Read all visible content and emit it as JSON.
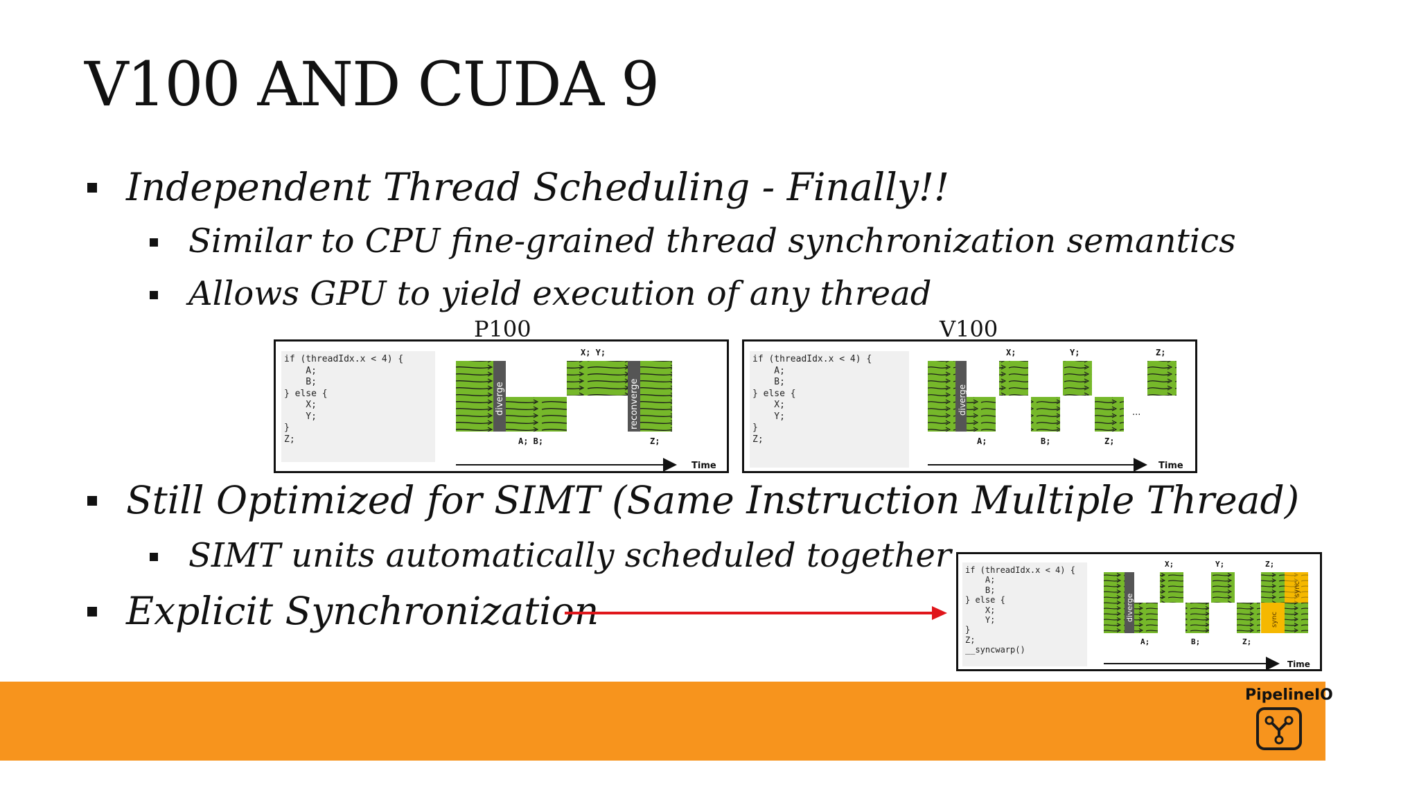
{
  "slide": {
    "title": "V100 AND CUDA 9",
    "bullets": [
      {
        "text": "Independent Thread Scheduling - Finally!!",
        "level": 1
      },
      {
        "text": "Similar to CPU fine-grained thread synchronization semantics",
        "level": 2
      },
      {
        "text": "Allows GPU to yield execution of any thread",
        "level": 2
      },
      {
        "text": "Still Optimized for SIMT (Same Instruction Multiple Thread)",
        "level": 1
      },
      {
        "text": "SIMT units automatically scheduled together",
        "level": 2
      },
      {
        "text": "Explicit Synchronization",
        "level": 1
      }
    ]
  },
  "figures": {
    "p100": {
      "label": "P100",
      "code": "if (threadIdx.x < 4) {\n    A;\n    B;\n} else {\n    X;\n    Y;\n}\nZ;",
      "top_label": "X; Y;",
      "bottom_labels": [
        "A; B;",
        "Z;"
      ],
      "diverge": "diverge",
      "reconverge": "reconverge",
      "time": "Time"
    },
    "v100": {
      "label": "V100",
      "code": "if (threadIdx.x < 4) {\n    A;\n    B;\n} else {\n    X;\n    Y;\n}\nZ;",
      "top_labels": [
        "X;",
        "Y;",
        "Z;"
      ],
      "bottom_labels": [
        "A;",
        "B;",
        "Z;"
      ],
      "ellipsis": "...",
      "diverge": "diverge",
      "time": "Time"
    },
    "sync": {
      "code": "if (threadIdx.x < 4) {\n    A;\n    B;\n} else {\n    X;\n    Y;\n}\nZ;\n__syncwarp()",
      "top_labels": [
        "X;",
        "Y;",
        "Z;"
      ],
      "bottom_labels": [
        "A;",
        "B;",
        "Z;"
      ],
      "diverge": "diverge",
      "sync": "sync",
      "time": "Time"
    }
  },
  "footer": {
    "logo_text": "PipelineIO"
  },
  "colors": {
    "green": "#76b82a",
    "dark_bar": "#555555",
    "sync": "#f5b800",
    "orange": "#f7941d",
    "arrow": "#e0161b"
  }
}
